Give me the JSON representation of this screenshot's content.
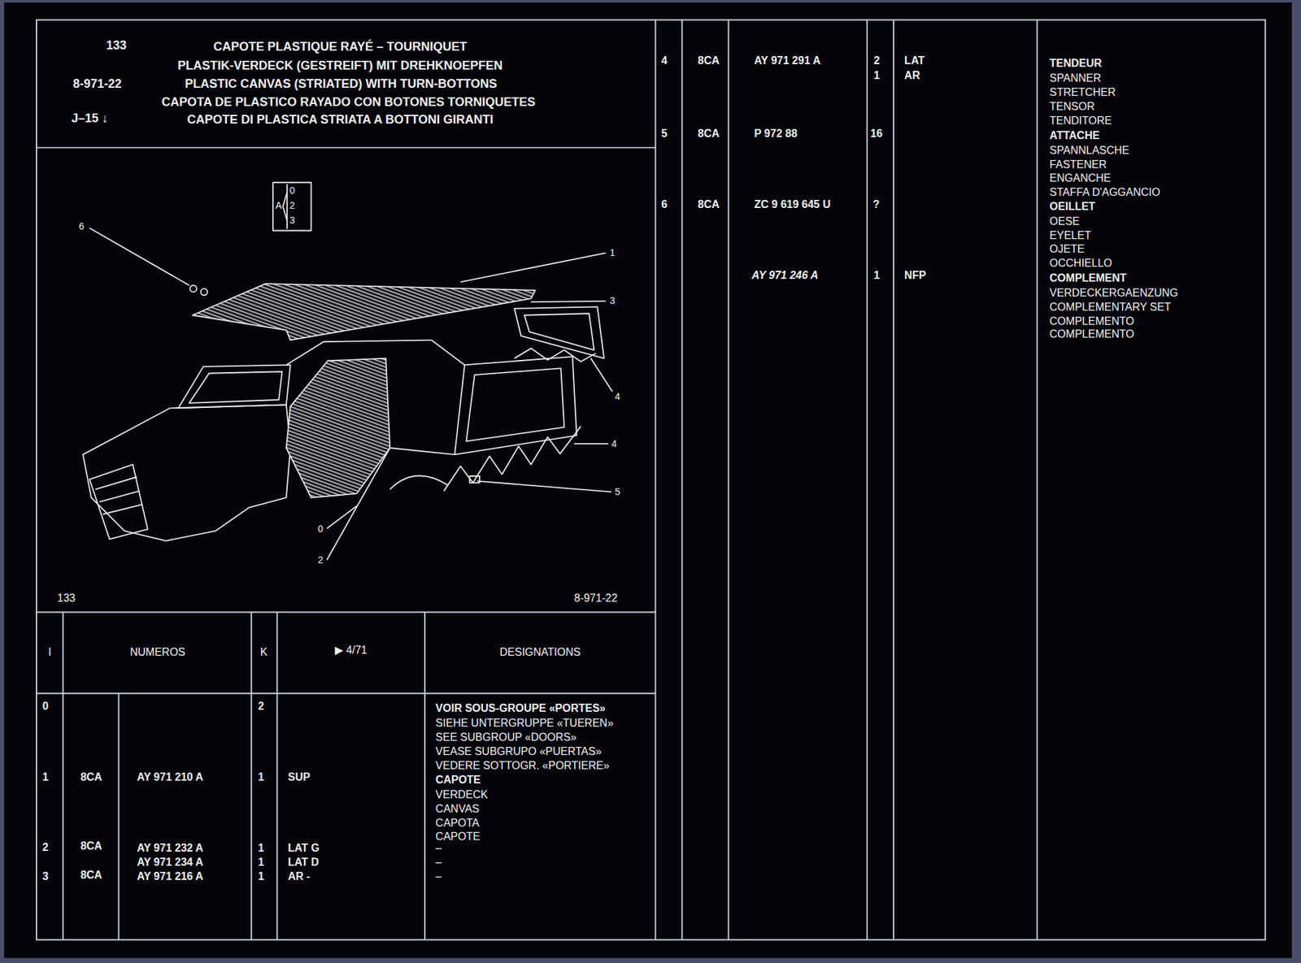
{
  "diagram": {
    "title": "CAPOTE PLASTIQUE RAYÉ – TOURNIQUET",
    "labels": [
      "133",
      "PLASTIK-VERDECK (GESTREIFT) MIT DREHKNOEPFEN",
      "8-971-22",
      "PLASTIC CANVAS (STRIATED) WITH TURN-BOTTONS",
      "CAPOTA DE PLASTICO RAYADO CON BOTONES TORNIQUETES",
      "J–15 ↓",
      "CAPOTE DI PLASTICA STRIATA A BOTTONI GIRANTI",
      "0",
      "A",
      "2",
      "3",
      "6",
      "1",
      "3",
      "4",
      "4",
      "5",
      "0",
      "2",
      "133",
      "8-971-22",
      "I",
      "NUMEROS",
      "K",
      "▶ 4/71",
      "DESIGNATIONS",
      "0",
      "2",
      "VOIR SOUS-GROUPE «PORTES»",
      "SIEHE UNTERGRUPPE «TUEREN»",
      "SEE SUBGROUP «DOORS»",
      "VEASE SUBGRUPO «PUERTAS»",
      "VEDERE SOTTOGR. «PORTIERE»",
      "1",
      "8CA",
      "AY 971 210 A",
      "1",
      "SUP",
      "CAPOTE",
      "VERDECK",
      "CANVAS",
      "CAPOTA",
      "CAPOTE",
      "2",
      "8CA",
      "AY 971 232 A",
      "1",
      "LAT G",
      "–",
      "AY 971 234 A",
      "1",
      "LAT D",
      "–",
      "3",
      "8CA",
      "AY 971 216 A",
      "1",
      "AR -",
      "–",
      "4",
      "8CA",
      "AY 971 291 A",
      "2",
      "LAT",
      "1",
      "AR",
      "TENDEUR",
      "SPANNER",
      "STRETCHER",
      "TENSOR",
      "TENDITORE",
      "5",
      "8CA",
      "P 972 88",
      "16",
      "ATTACHE",
      "SPANNLASCHE",
      "FASTENER",
      "ENGANCHE",
      "STAFFA D'AGGANCIO",
      "6",
      "8CA",
      "ZC 9 619 645 U",
      "?",
      "OEILLET",
      "OESE",
      "EYELET",
      "OJETE",
      "OCCHIELLO",
      "AY 971 246 A",
      "1",
      "NFP",
      "COMPLEMENT",
      "VERDECKERGAENZUNG",
      "COMPLEMENTARY SET",
      "COMPLEMENTO",
      "COMPLEMENTO"
    ]
  }
}
